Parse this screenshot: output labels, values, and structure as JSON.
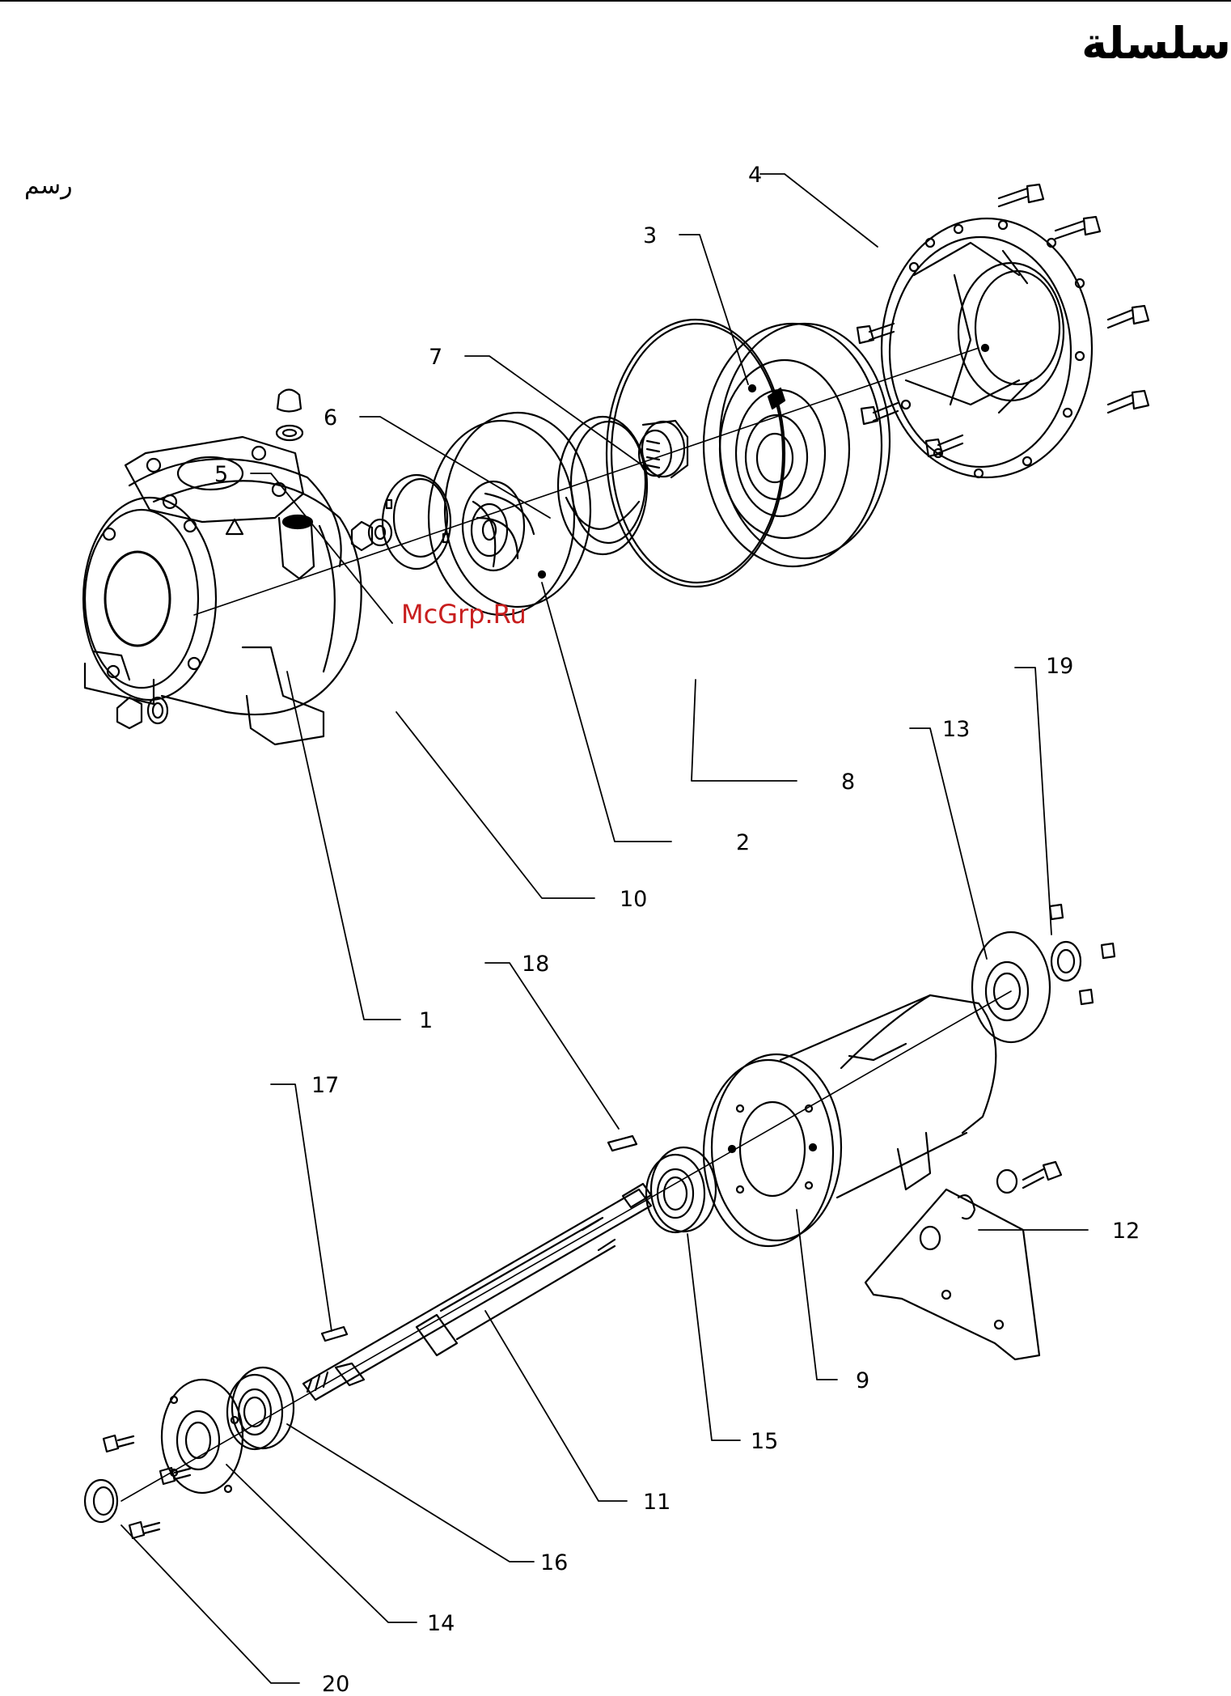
{
  "header": {
    "title": "سلسلة"
  },
  "figure": {
    "caption": "رسم"
  },
  "watermark": {
    "text": "McGrp.Ru"
  },
  "part_numbers": [
    "1",
    "2",
    "3",
    "4",
    "5",
    "6",
    "7",
    "8",
    "9",
    "10",
    "11",
    "12",
    "13",
    "14",
    "15",
    "16",
    "17",
    "18",
    "19",
    "20"
  ]
}
